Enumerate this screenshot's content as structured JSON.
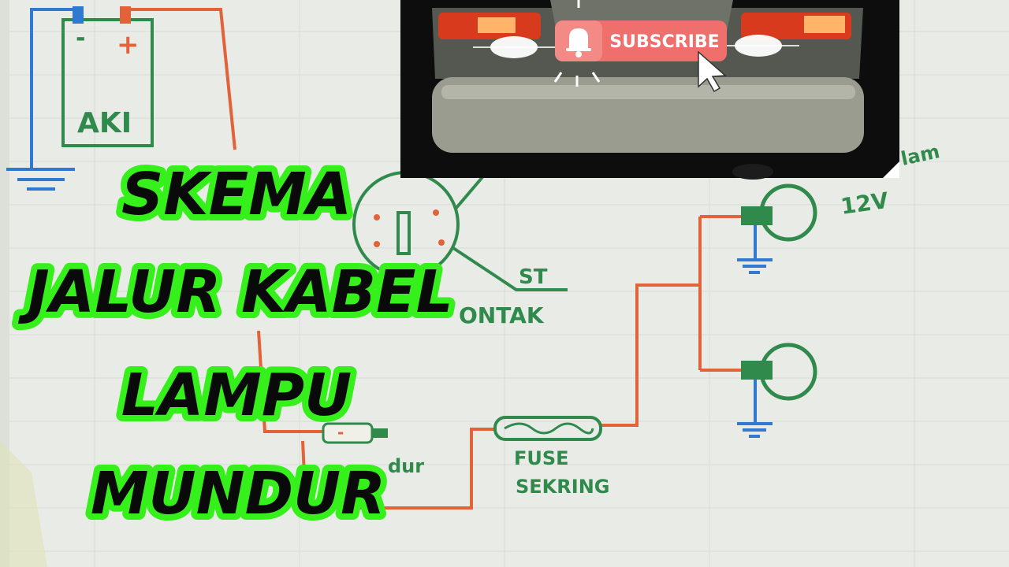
{
  "title_lines": [
    "SKEMA",
    "JALUR KABEL",
    "LAMPU",
    "MUNDUR"
  ],
  "diagram_labels": {
    "battery": "AKI",
    "battery_neg": "-",
    "battery_pos": "+",
    "ignition_terminal": "ST",
    "ignition": "ONTAK",
    "switch_code": "-",
    "switch_label": "dur",
    "fuse_line1": "FUSE",
    "fuse_line2": "SEKRING",
    "lamp_label": "lam",
    "voltage": "12V"
  },
  "subscribe_button": {
    "label": "SUBSCRIBE",
    "color": "#ef6f6c",
    "icon": "bell-icon"
  },
  "colors": {
    "title_fill": "#0a0a0a",
    "title_outline": "#36f01b",
    "wire_positive": "#e2623a",
    "wire_ground": "#2f79d1",
    "component": "#2f8a4c",
    "paper": "#e9ebe6"
  }
}
